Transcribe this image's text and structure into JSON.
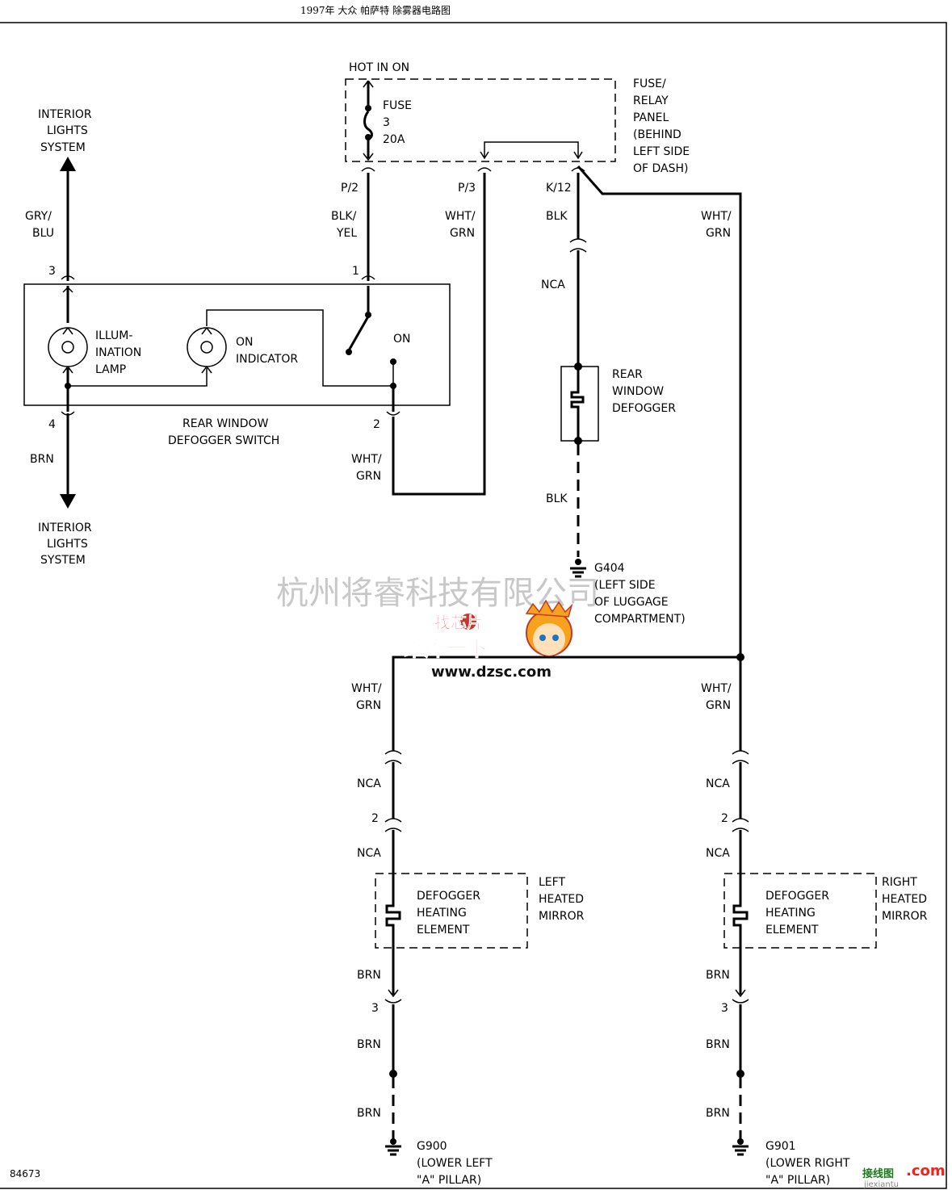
{
  "title": "1997年  大众  帕萨特  除雾器电路图",
  "figure_id": "84673",
  "top_source": "HOT IN ON",
  "fuse": [
    "FUSE",
    "3",
    "20A"
  ],
  "fuse_panel": [
    "FUSE/",
    "RELAY",
    "PANEL",
    "(BEHIND",
    "LEFT SIDE",
    "OF DASH)"
  ],
  "interior_lights_top": [
    "INTERIOR",
    "LIGHTS",
    "SYSTEM"
  ],
  "interior_lights_bottom": [
    "INTERIOR",
    "LIGHTS",
    "SYSTEM"
  ],
  "pins": {
    "p2": "P/2",
    "p3": "P/3",
    "k12": "K/12",
    "sw3": "3",
    "sw1": "1",
    "sw4": "4",
    "sw2": "2",
    "lm2": "2",
    "lm3": "3",
    "rm2": "2",
    "rm3": "3"
  },
  "wires": {
    "gry_blu": [
      "GRY/",
      "BLU"
    ],
    "blk_yel": [
      "BLK/",
      "YEL"
    ],
    "wht_grn_p3": [
      "WHT/",
      "GRN"
    ],
    "blk_k12": "BLK",
    "wht_grn_right": [
      "WHT/",
      "GRN"
    ],
    "nca_top": "NCA",
    "brn_sw": "BRN",
    "wht_grn_sw": [
      "WHT/",
      "GRN"
    ],
    "blk_ground": "BLK",
    "wht_grn_left_mirror": [
      "WHT/",
      "GRN"
    ],
    "wht_grn_right_mirror": [
      "WHT/",
      "GRN"
    ],
    "nca_l1": "NCA",
    "nca_l2": "NCA",
    "nca_r1": "NCA",
    "nca_r2": "NCA",
    "brn_l1": "BRN",
    "brn_l2": "BRN",
    "brn_l3": "BRN",
    "brn_r1": "BRN",
    "brn_r2": "BRN",
    "brn_r3": "BRN"
  },
  "switch": {
    "name": [
      "REAR WINDOW",
      "DEFOGGER SWITCH"
    ],
    "illum": [
      "ILLUM-",
      "INATION",
      "LAMP"
    ],
    "indicator": [
      "ON",
      "INDICATOR"
    ],
    "on": "ON"
  },
  "rear_defogger": [
    "REAR",
    "WINDOW",
    "DEFOGGER"
  ],
  "g404": [
    "G404",
    "(LEFT SIDE",
    "OF LUGGAGE",
    "COMPARTMENT)"
  ],
  "left_mirror": {
    "element": [
      "DEFOGGER",
      "HEATING",
      "ELEMENT"
    ],
    "name": [
      "LEFT",
      "HEATED",
      "MIRROR"
    ],
    "ground": [
      "G900",
      "(LOWER LEFT",
      "\"A\" PILLAR)"
    ]
  },
  "right_mirror": {
    "element": [
      "DEFOGGER",
      "HEATING",
      "ELEMENT"
    ],
    "name": [
      "RIGHT",
      "HEATED",
      "MIRROR"
    ],
    "ground": [
      "G901",
      "(LOWER RIGHT",
      "\"A\" PILLAR)"
    ]
  },
  "watermarks": {
    "company": "杭州将睿科技有限公司",
    "logo_top": "找芯片",
    "logo_mid": "维库一下",
    "logo_url": "www.dzsc.com",
    "corner": "接线图",
    "corner_com": ".com",
    "corner_url": "jiexiantu"
  }
}
